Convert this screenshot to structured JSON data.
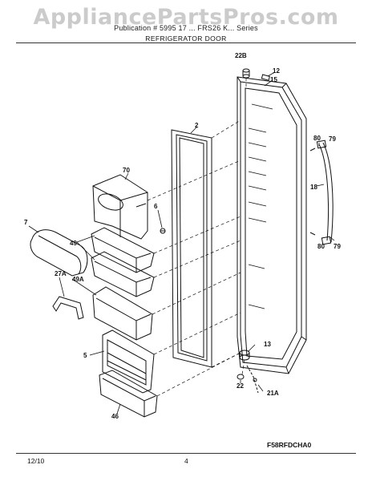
{
  "watermark": "AppliancePartsPros.com",
  "header": {
    "subtitle": "Publication # 5995 17 ...  FRS26 K... Series",
    "title": "REFRIGERATOR DOOR"
  },
  "callouts": {
    "p22B": "22B",
    "p12": "12",
    "p15": "15",
    "p2": "2",
    "p70": "70",
    "p80a": "80",
    "p79a": "79",
    "p18": "18",
    "p6": "6",
    "p7": "7",
    "p49": "49",
    "p80b": "80",
    "p79b": "79",
    "p27A": "27A",
    "p49A": "49A",
    "p13": "13",
    "p5": "5",
    "p22": "22",
    "p21A": "21A",
    "p46": "46"
  },
  "figure_code": "F58RFDCHA0",
  "footer": {
    "date": "12/10",
    "page": "4"
  }
}
